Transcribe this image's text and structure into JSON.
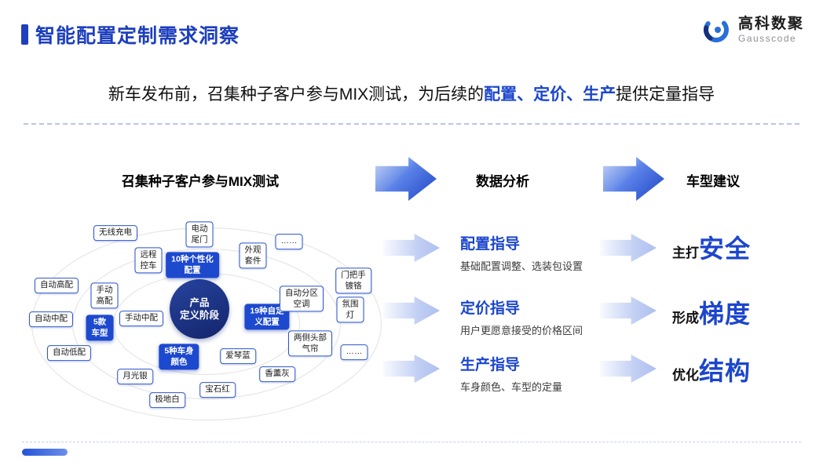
{
  "header": {
    "title": "智能配置定制需求洞察",
    "logo_name": "高科数聚",
    "logo_sub": "Gausscode"
  },
  "subtitle": {
    "pre": "新车发布前，召集种子客户参与MIX测试，为后续的",
    "highlight": "配置、定价、生产",
    "post": "提供定量指导"
  },
  "flow": {
    "step1": "召集种子客户参与MIX测试",
    "step2": "数据分析",
    "step3": "车型建议"
  },
  "diagram": {
    "center": "产品\n定义阶段",
    "bubbles": [
      {
        "label": "无线充电"
      },
      {
        "label": "电动\n尾门"
      },
      {
        "label": "远程\n控车"
      },
      {
        "label": "10种个性化\n配置",
        "highlight": true
      },
      {
        "label": "外观\n套件"
      },
      {
        "label": "……"
      },
      {
        "label": "自动高配"
      },
      {
        "label": "手动\n高配"
      },
      {
        "label": "自动中配"
      },
      {
        "label": "手动中配"
      },
      {
        "label": "5款\n车型",
        "highlight": true
      },
      {
        "label": "自动低配"
      },
      {
        "label": "月光银"
      },
      {
        "label": "5种车身\n颜色",
        "highlight": true
      },
      {
        "label": "极地白"
      },
      {
        "label": "宝石红"
      },
      {
        "label": "爱琴蓝"
      },
      {
        "label": "香薰灰"
      },
      {
        "label": "19种自定\n义配置",
        "highlight": true
      },
      {
        "label": "自动分区\n空调"
      },
      {
        "label": "两侧头部\n气帘"
      },
      {
        "label": "门把手\n镀铬"
      },
      {
        "label": "氛围\n灯"
      },
      {
        "label": "……"
      }
    ]
  },
  "analysis": [
    {
      "title": "配置指导",
      "desc": "基础配置调整、选装包设置"
    },
    {
      "title": "定价指导",
      "desc": "用户更愿意接受的价格区间"
    },
    {
      "title": "生产指导",
      "desc": "车身颜色、车型的定量"
    }
  ],
  "suggestions": [
    {
      "prefix": "主打",
      "keyword": "安全"
    },
    {
      "prefix": "形成",
      "keyword": "梯度"
    },
    {
      "prefix": "优化",
      "keyword": "结构"
    }
  ],
  "colors": {
    "accent": "#1d3fbd",
    "highlight_blue": "#1c46cc",
    "node_border": "#2b55cc",
    "node_fill": "#1d49cf"
  }
}
